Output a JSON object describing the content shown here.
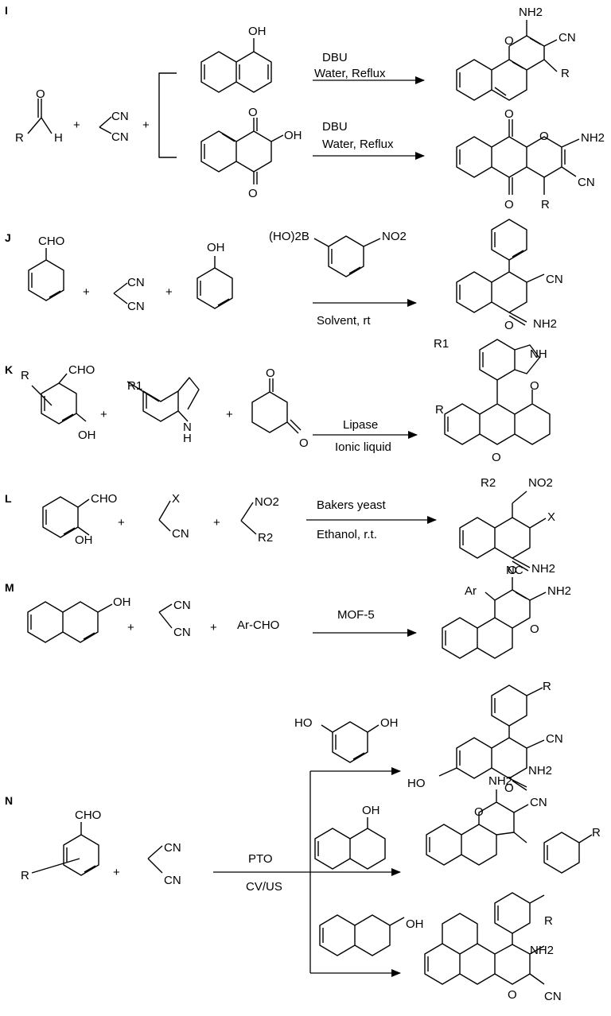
{
  "scheme": {
    "I": {
      "label": "I",
      "aldehyde": {
        "r": "R",
        "o": "O",
        "h": "H"
      },
      "plus": "+",
      "malononitrile": {
        "cn1": "CN",
        "cn2": "CN"
      },
      "naphthol_oh": "OH",
      "lawsone_oh": "OH",
      "lawsone_o1": "O",
      "lawsone_o2": "O",
      "arrow1": {
        "line1": "DBU",
        "line2": "Water, Reflux"
      },
      "arrow2": {
        "line1": "DBU",
        "line2": "Water, Reflux"
      },
      "product1": {
        "nh2": "NH2",
        "o": "O",
        "cn": "CN",
        "r": "R"
      },
      "product2": {
        "o1": "O",
        "o2": "O",
        "o3": "O",
        "nh2": "NH2",
        "cn": "CN",
        "r": "R"
      }
    },
    "J": {
      "label": "J",
      "cho": "CHO",
      "cn1": "CN",
      "cn2": "CN",
      "oh": "OH",
      "catalyst_b": "(HO)2B",
      "catalyst_no2": "NO2",
      "conditions": "Solvent, rt",
      "product": {
        "cn": "CN",
        "o": "O",
        "nh2": "NH2"
      }
    },
    "K": {
      "label": "K",
      "r": "R",
      "cho": "CHO",
      "oh": "OH",
      "r1": "R1",
      "nh": "H",
      "n": "N",
      "dione_o1": "O",
      "dione_o2": "O",
      "conditions1": "Lipase",
      "conditions2": "Ionic liquid",
      "product": {
        "r1": "R1",
        "nh": "NH",
        "r": "R",
        "o1": "O",
        "o2": "O"
      }
    },
    "L": {
      "label": "L",
      "cho": "CHO",
      "oh": "OH",
      "x": "X",
      "cn": "CN",
      "no2": "NO2",
      "r2": "R2",
      "conditions1": "Bakers yeast",
      "conditions2": "Ethanol, r.t.",
      "product": {
        "r2": "R2",
        "no2": "NO2",
        "x": "X",
        "o": "O",
        "nh2": "NH2"
      }
    },
    "M": {
      "label": "M",
      "oh": "OH",
      "cn1": "CN",
      "cn2": "CN",
      "archo": "Ar-CHO",
      "conditions": "MOF-5",
      "product": {
        "nc": "NC",
        "ar": "Ar",
        "nh2": "NH2",
        "o": "O"
      }
    },
    "N": {
      "label": "N",
      "cho": "CHO",
      "r": "R",
      "cn1": "CN",
      "cn2": "CN",
      "resorcinol_ho1": "HO",
      "resorcinol_oh2": "OH",
      "naphthol1_oh": "OH",
      "naphthol2_oh": "OH",
      "conditions1": "PTO",
      "conditions2": "CV/US",
      "product1": {
        "r": "R",
        "cn": "CN",
        "ho": "HO",
        "o": "O",
        "nh2": "NH2"
      },
      "product2": {
        "nh2": "NH2",
        "o": "O",
        "cn": "CN",
        "r": "R"
      },
      "product3": {
        "r": "R",
        "nh2": "NH2",
        "o": "O",
        "cn": "CN"
      }
    }
  }
}
